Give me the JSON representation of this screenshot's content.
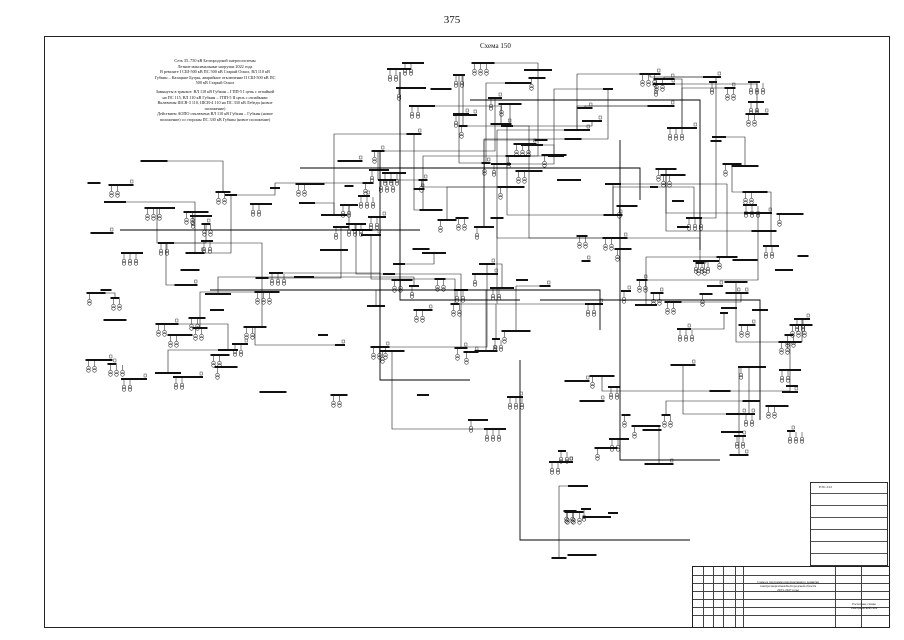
{
  "page": {
    "number": "375"
  },
  "scheme": {
    "title": "Схема 150"
  },
  "legend": {
    "lines_a": [
      "Сеть 35–750 кВ Белгородской энергосистемы",
      "Летние максимальные нагрузки 2022 года",
      "В ремонте I СШ-500 кВ ПС 500 кВ Старый Оскол, ВЛ 110 кВ",
      "Губкин – Казацкие Бугры, аварийное отключение II СШ-500 кВ ПС",
      "500 кВ Старый Оскол"
    ],
    "lines_b": [
      "Замкнуты в транзит: ВЛ 110 кВ Губкин – ГПП-5 I цепь с отпайкой",
      "на ПС 115, ВЛ 110 кВ Губкин – ГПП-5 II цепь с отпайками",
      "Включены ШСВ-3 110, ШСВ-4 110 на ПС 330 кВ Лебеди (новое",
      "положение)",
      "Действием АОПО отключена ВЛ 110 кВ Губкин – Губкин (новое",
      "положение) со стороны ПС 330 кВ Губкин (новое положение)"
    ]
  },
  "stamp": {
    "org_lines": [
      "Схема и программа перспективного развития",
      "электроэнергетики Белгородской области",
      "2023–2027 годы"
    ],
    "sheet_lines": [
      "Расчетные схемы",
      "электрической сети"
    ],
    "side_code": "ЕЭС-СО"
  }
}
